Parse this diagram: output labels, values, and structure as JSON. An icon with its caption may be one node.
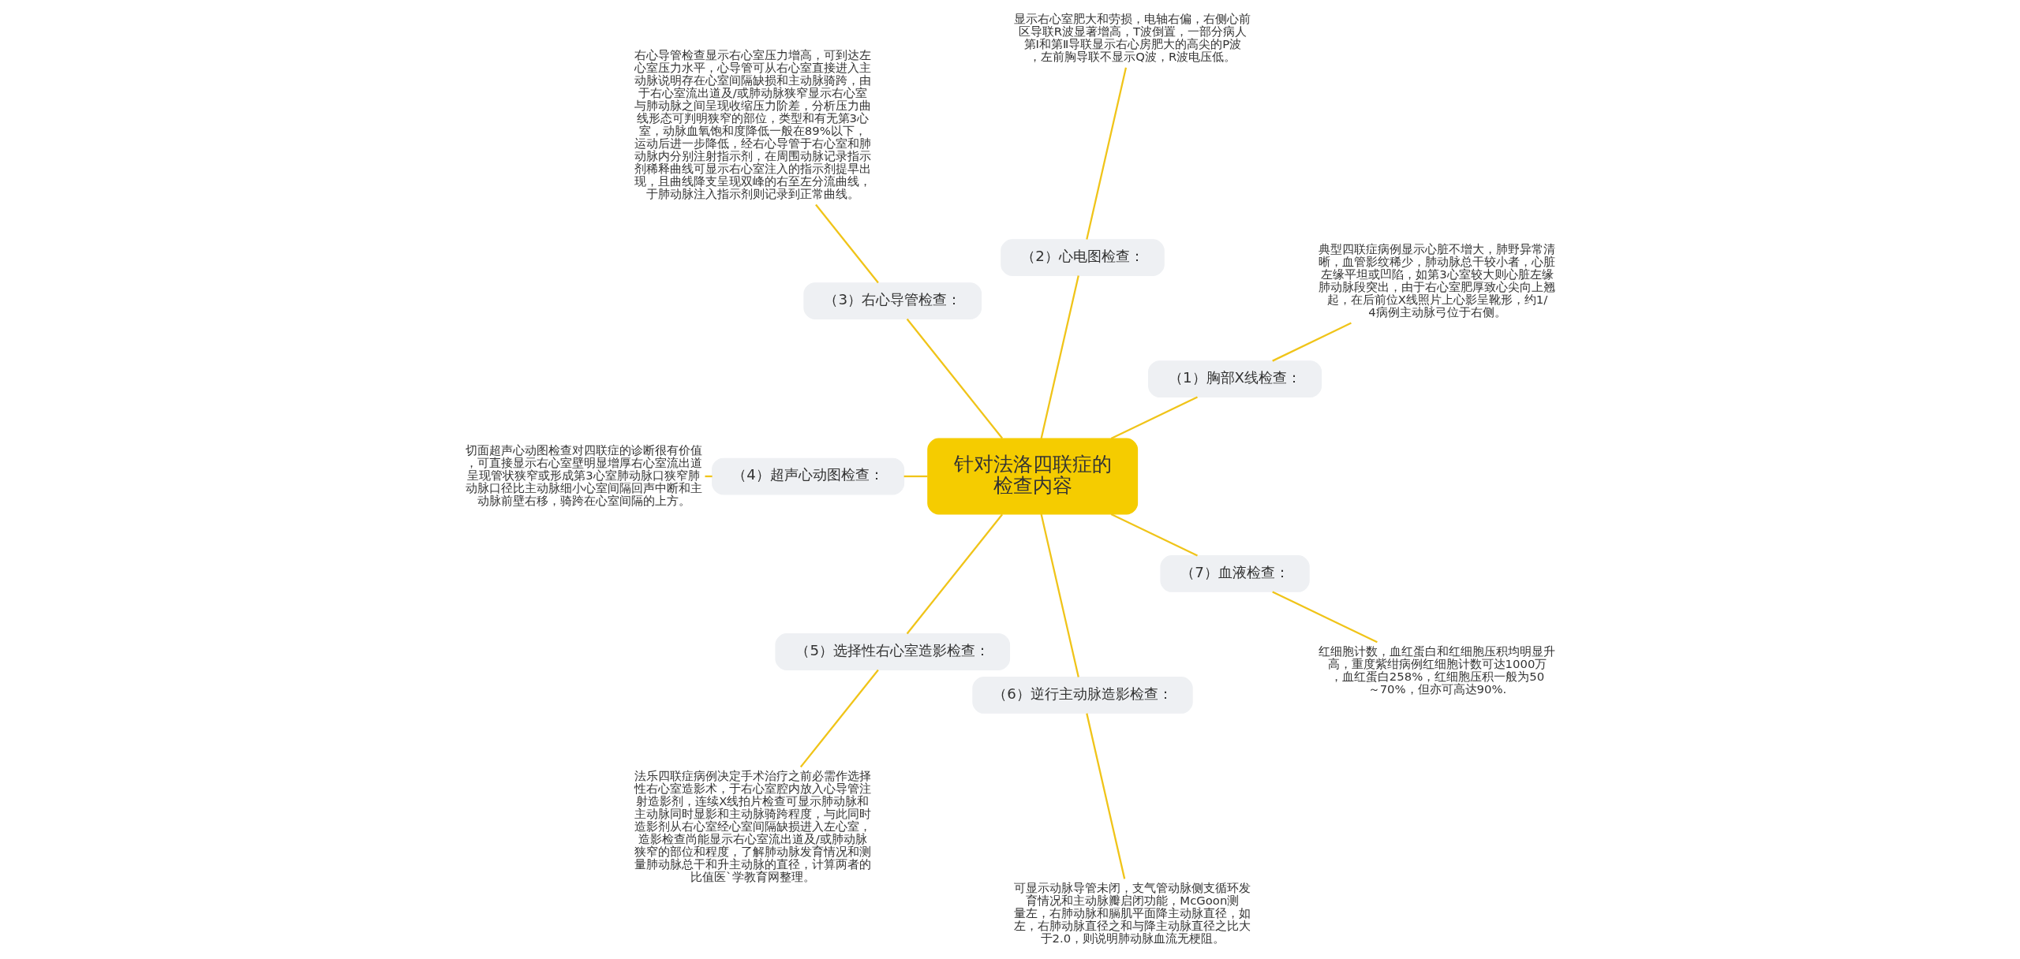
{
  "diagram": {
    "nodes": [
      {
        "text": [
          "针对法洛四联症的检查内容"
        ]
      },
      {
        "text": [
          "（1）胸部X线检查："
        ]
      },
      {
        "text": [
          "典型四联症病例显示心脏不增大，肺野异常清晰，血管影纹稀少，肺动脉总干较小者，心脏左缘平坦或凹陷，如第3心室较大则心脏左缘肺动脉段突出，由于右心室肥厚致心尖向上翘起，在后前位X线照片上心影呈靴形，约1/4病例主动脉弓位于右侧。"
        ]
      },
      {
        "text": [
          "（2）心电图检查："
        ]
      },
      {
        "text": [
          "显示右心室肥大和劳损，电轴右偏，右侧心前区导联R波显著增高，T波倒置，一部分病人第Ⅰ和第Ⅱ导联显示右心房肥大的高尖的P波，左前胸导联不显示Q波，R波电压低。"
        ]
      },
      {
        "text": [
          "（3）右心导管检查："
        ]
      },
      {
        "text": [
          "右心导管检查显示右心室压力增高，可到达左心室压力水平，心导管可从右心室直接进入主动脉说明存在心室间隔缺损和主动脉骑跨，由于右心室流出道及/或肺动脉狭窄显示右心室与肺动脉之间呈现收缩压力阶差，分析压力曲线形态可判明狭窄的部位，类型和有无第3心室，动脉血氧饱和度降低一般在89%以下，运动后进一步降低，经右心导管于右心室和肺动脉内分别注射指示剂，在周围动脉记录指示剂稀释曲线可显示右心室注入的指示剂提早出现，且曲线降支呈现双峰的右至左分流曲线，于肺动脉注入指示剂则记录到正常曲线。"
        ]
      },
      {
        "text": [
          "（4）超声心动图检查："
        ]
      },
      {
        "text": [
          "切面超声心动图检查对四联症的诊断很有价值，可直接显示右心室壁明显增厚右心室流出道呈现管状狭窄或形成第3心室肺动脉口狭窄肺动脉口径比主动脉细小心室间隔回声中断和主动脉前壁右移，骑跨在心室间隔的上方。"
        ]
      },
      {
        "text": [
          "（5）选择性右心室造影检查："
        ]
      },
      {
        "text": [
          "法乐四联症病例决定手术治疗之前必需作选择性右心室造影术，于右心室腔内放入心导管注射造影剂，连续X线拍片检查可显示肺动脉和主动脉同时显影和主动脉骑跨程度，与此同时造影剂从右心室经心室间隔缺损进入左心室，造影检查尚能显示右心室流出道及/或肺动脉狭窄的部位和程度，了解肺动脉发育情况和测量肺动脉总干和升主动脉的直径，计算两者的比值医`学教育网整理。"
        ]
      },
      {
        "text": [
          "（6）逆行主动脉造影检查："
        ]
      },
      {
        "text": [
          "可显示动脉导管未闭，支气管动脉侧支循环发育情况和主动脉瓣启闭功能，McGoon测量左，右肺动脉和膈肌平面降主动脉直径，如左，右肺动脉直径之和与降主动脉直径之比大于2.0，则说明肺动脉血流无梗阻。"
        ]
      },
      {
        "text": [
          "（7）血液检查："
        ]
      },
      {
        "text": [
          "红细胞计数，血红蛋白和红细胞压积均明显升高，重度紫绀病例红细胞计数可达1000万，血红蛋白258%，红细胞压积一般为50～70%，但亦可高达90%."
        ]
      }
    ],
    "edges": [
      {
        "from": 0,
        "to": 1,
        "arrow": "none"
      },
      {
        "from": 1,
        "to": 2,
        "arrow": "none"
      },
      {
        "from": 0,
        "to": 3,
        "arrow": "none"
      },
      {
        "from": 3,
        "to": 4,
        "arrow": "none"
      },
      {
        "from": 0,
        "to": 5,
        "arrow": "none"
      },
      {
        "from": 5,
        "to": 6,
        "arrow": "none"
      },
      {
        "from": 0,
        "to": 7,
        "arrow": "none"
      },
      {
        "from": 7,
        "to": 8,
        "arrow": "none"
      },
      {
        "from": 0,
        "to": 9,
        "arrow": "none"
      },
      {
        "from": 9,
        "to": 10,
        "arrow": "none"
      },
      {
        "from": 0,
        "to": 11,
        "arrow": "none"
      },
      {
        "from": 11,
        "to": 12,
        "arrow": "none"
      },
      {
        "from": 0,
        "to": 13,
        "arrow": "none"
      },
      {
        "from": 13,
        "to": 14,
        "arrow": "none"
      }
    ]
  }
}
